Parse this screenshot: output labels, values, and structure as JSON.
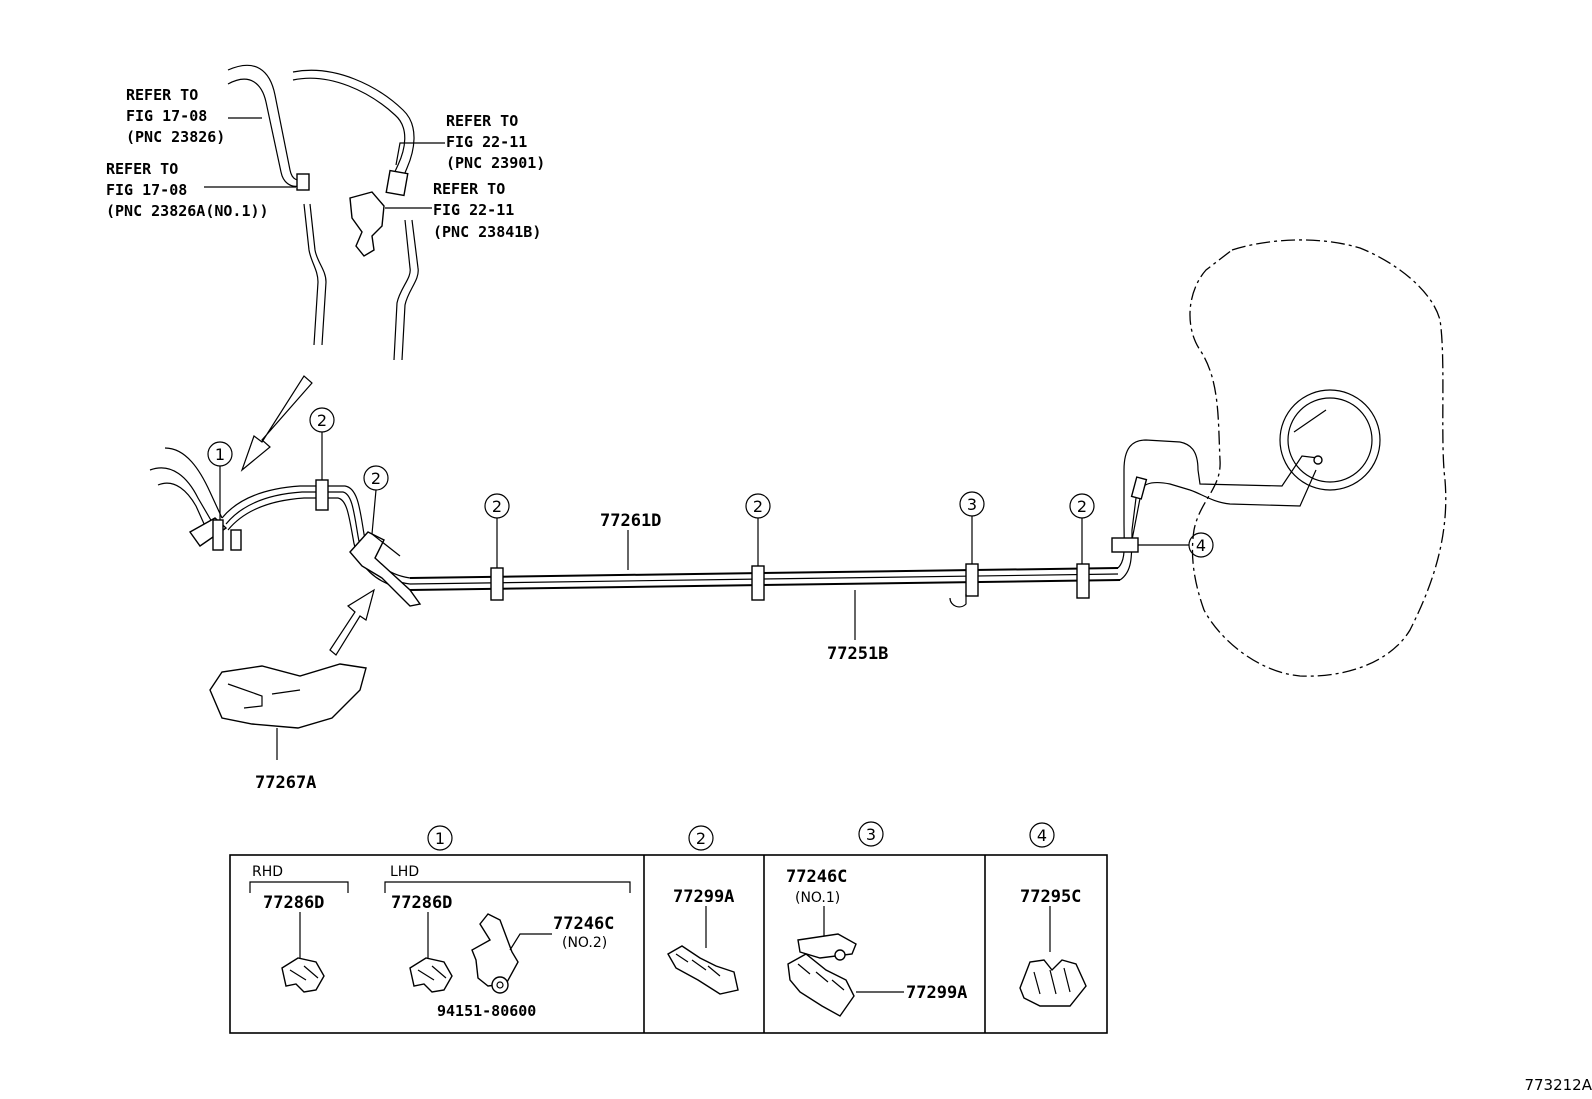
{
  "refs": {
    "ref1": {
      "line1": "REFER TO",
      "line2": "FIG 17-08",
      "line3": "(PNC 23826)"
    },
    "ref2": {
      "line1": "REFER TO",
      "line2": "FIG 17-08",
      "line3": "(PNC 23826A(NO.1))"
    },
    "ref3": {
      "line1": "REFER TO",
      "line2": "FIG 22-11",
      "line3": "(PNC 23901)"
    },
    "ref4": {
      "line1": "REFER TO",
      "line2": "FIG 22-11",
      "line3": "(PNC 23841B)"
    }
  },
  "callouts": {
    "c1": "1",
    "c2": "2",
    "c3": "3",
    "c4": "4"
  },
  "parts": {
    "upper_tube": "77261D",
    "lower_tube": "77251B",
    "protector": "77267A"
  },
  "detail": {
    "rhd_label": "RHD",
    "lhd_label": "LHD",
    "rhd_clamp": "77286D",
    "lhd_clamp": "77286D",
    "bracket_no2": "77246C",
    "bracket_no2_note": "(NO.2)",
    "nut": "94151-80600",
    "clamp_2": "77299A",
    "bracket_no1": "77246C",
    "bracket_no1_note": "(NO.1)",
    "clamp_3": "77299A",
    "clamp_4": "77295C"
  },
  "figure_id": "773212A"
}
